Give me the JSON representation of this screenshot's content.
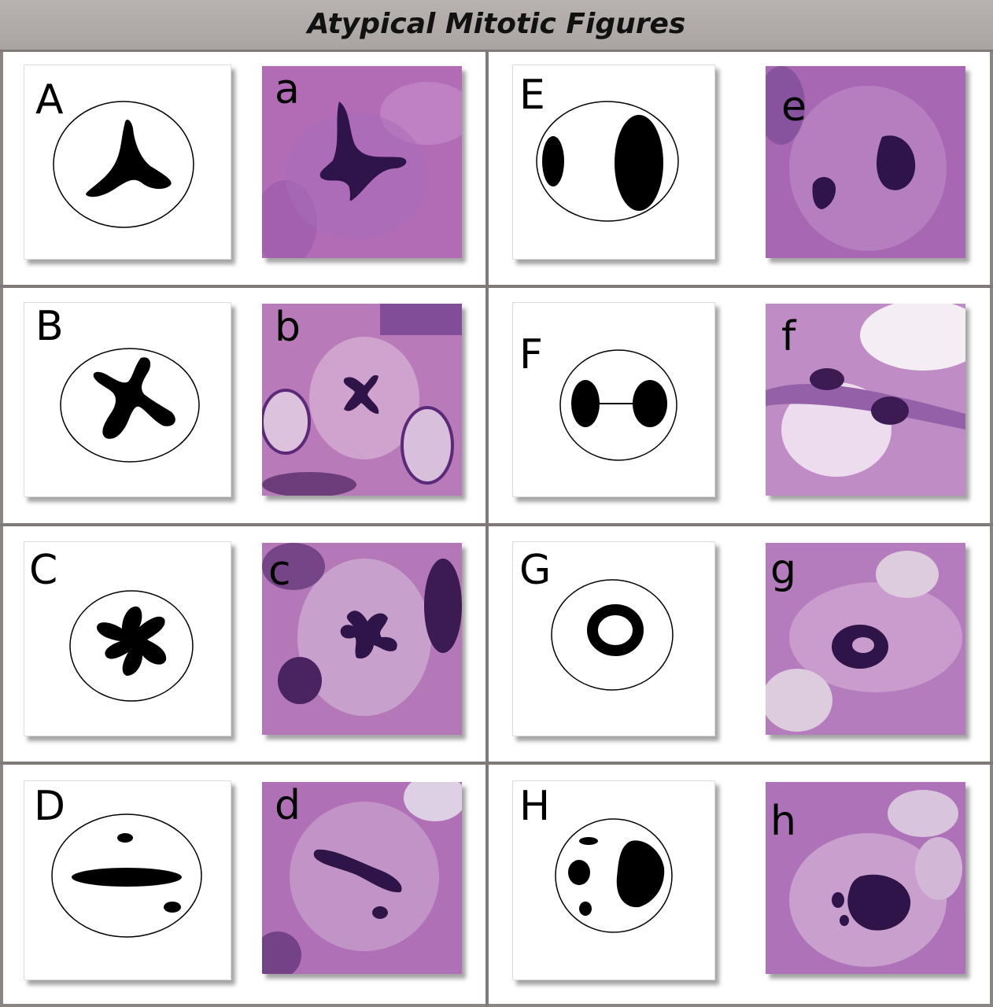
{
  "title": "Atypical Mitotic Figures",
  "panels": [
    {
      "upper": "A",
      "lower": "a"
    },
    {
      "upper": "B",
      "lower": "b"
    },
    {
      "upper": "C",
      "lower": "c"
    },
    {
      "upper": "D",
      "lower": "d"
    },
    {
      "upper": "E",
      "lower": "e"
    },
    {
      "upper": "F",
      "lower": "f"
    },
    {
      "upper": "G",
      "lower": "g"
    },
    {
      "upper": "H",
      "lower": "h"
    }
  ],
  "colors": {
    "header_bg": "#aeaaa8",
    "grid_line": "#7f7a78",
    "he_background": "#b070b8",
    "chromatin": "#2e1448"
  }
}
